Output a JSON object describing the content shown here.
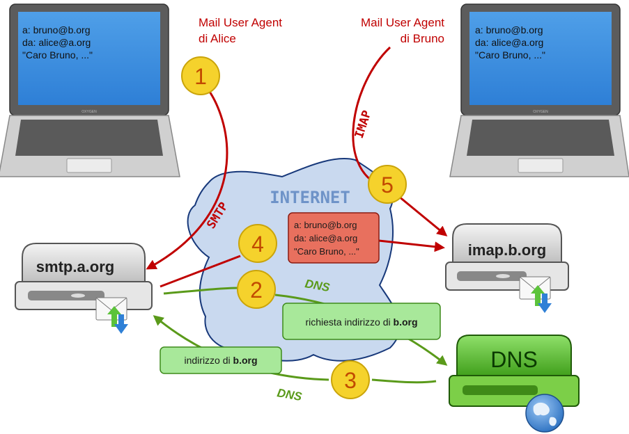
{
  "mua_alice": {
    "line1": "Mail User Agent",
    "line2": "di Alice"
  },
  "mua_bruno": {
    "line1": "Mail User Agent",
    "line2": "di Bruno"
  },
  "screen_alice": {
    "to": "a: bruno@b.org",
    "from": "da: alice@a.org",
    "body": "\"Caro Bruno, ...\""
  },
  "screen_bruno": {
    "to": "a: bruno@b.org",
    "from": "da: alice@a.org",
    "body": "\"Caro Bruno, ...\""
  },
  "laptop_brand": "OXYGEN",
  "cloud_label": "INTERNET",
  "message_box": {
    "to": "a: bruno@b.org",
    "from": "da: alice@a.org",
    "body": "\"Caro Bruno, ...\""
  },
  "servers": {
    "smtp": "smtp.a.org",
    "imap": "imap.b.org",
    "dns": "DNS"
  },
  "protocols": {
    "smtp": "SMTP",
    "imap": "IMAP",
    "dns_top": "DNS",
    "dns_bottom": "DNS"
  },
  "dns_request": {
    "prefix": "richiesta indirizzo di ",
    "domain": "b.org"
  },
  "dns_reply": {
    "prefix": "indirizzo di ",
    "domain": "b.org"
  },
  "steps": [
    "1",
    "2",
    "3",
    "4",
    "5"
  ],
  "colors": {
    "red": "#c00000",
    "green": "#5a9a1a",
    "step_yellow": "#f5d22c",
    "cloud": "#c8d8f0",
    "dns_box": "#a8e898",
    "msg_box": "#e87060"
  }
}
